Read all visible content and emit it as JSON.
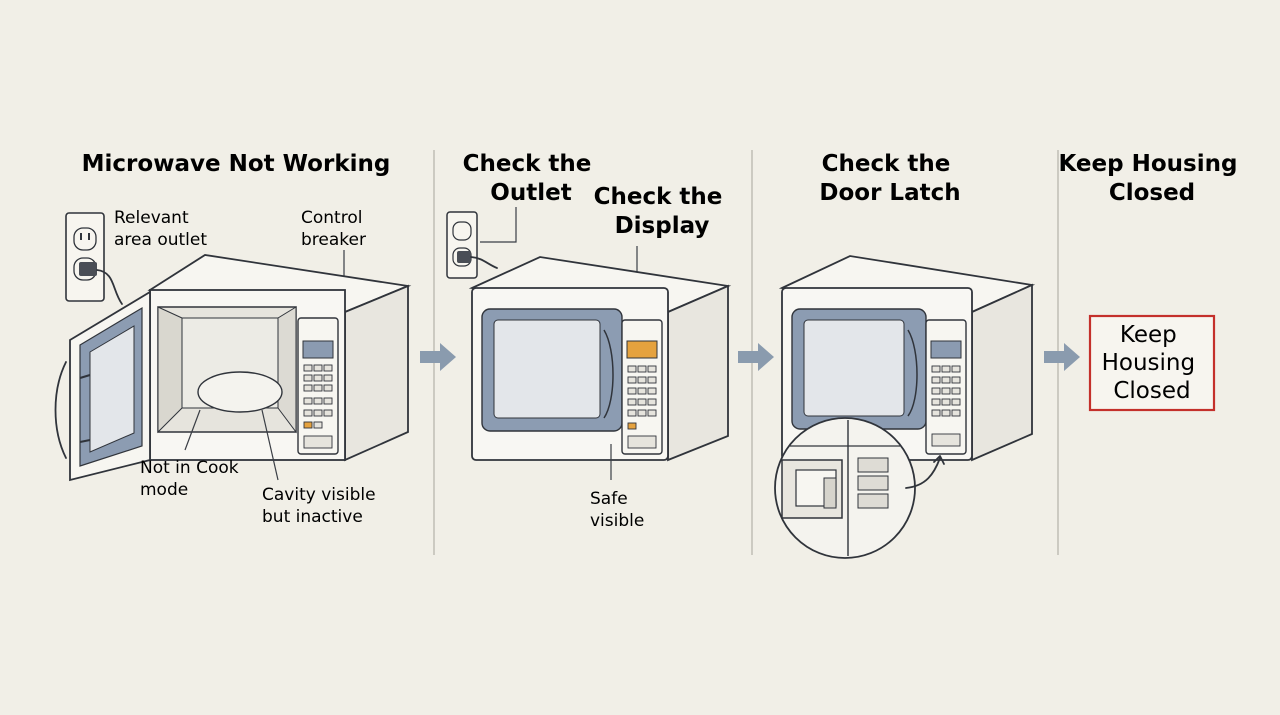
{
  "steps": [
    {
      "title_lines": [
        "Microwave Not Working"
      ],
      "labels": {
        "outlet_lines": [
          "Relevant",
          "area outlet"
        ],
        "breaker_lines": [
          "Control",
          "breaker"
        ],
        "cook_lines": [
          "Not in Cook",
          "mode"
        ],
        "cavity_lines": [
          "Cavity visible",
          "but inactive"
        ]
      }
    },
    {
      "title_lines": [
        "Check the",
        "Outlet"
      ],
      "subtitle_lines": [
        "Check the",
        "Display"
      ],
      "labels": {
        "safe_lines": [
          "Safe",
          "visible"
        ]
      }
    },
    {
      "title_lines": [
        "Check the",
        "Door Latch"
      ]
    },
    {
      "title_lines": [
        "Keep Housing",
        "Closed"
      ],
      "box_lines": [
        "Keep",
        "Housing",
        "Closed"
      ]
    }
  ],
  "colors": {
    "background": "#f1efe7",
    "window_frame": "#8c9cb2",
    "display_dark": "#8b9bb1",
    "display_lit": "#e5a23e",
    "arrow": "#8a9bae",
    "warning_box": "#c4302b",
    "ink": "#30343b"
  },
  "icons": [
    "wall-outlet-icon",
    "plug-icon",
    "microwave-icon",
    "arrow-right-icon",
    "magnifier-inset-icon"
  ]
}
